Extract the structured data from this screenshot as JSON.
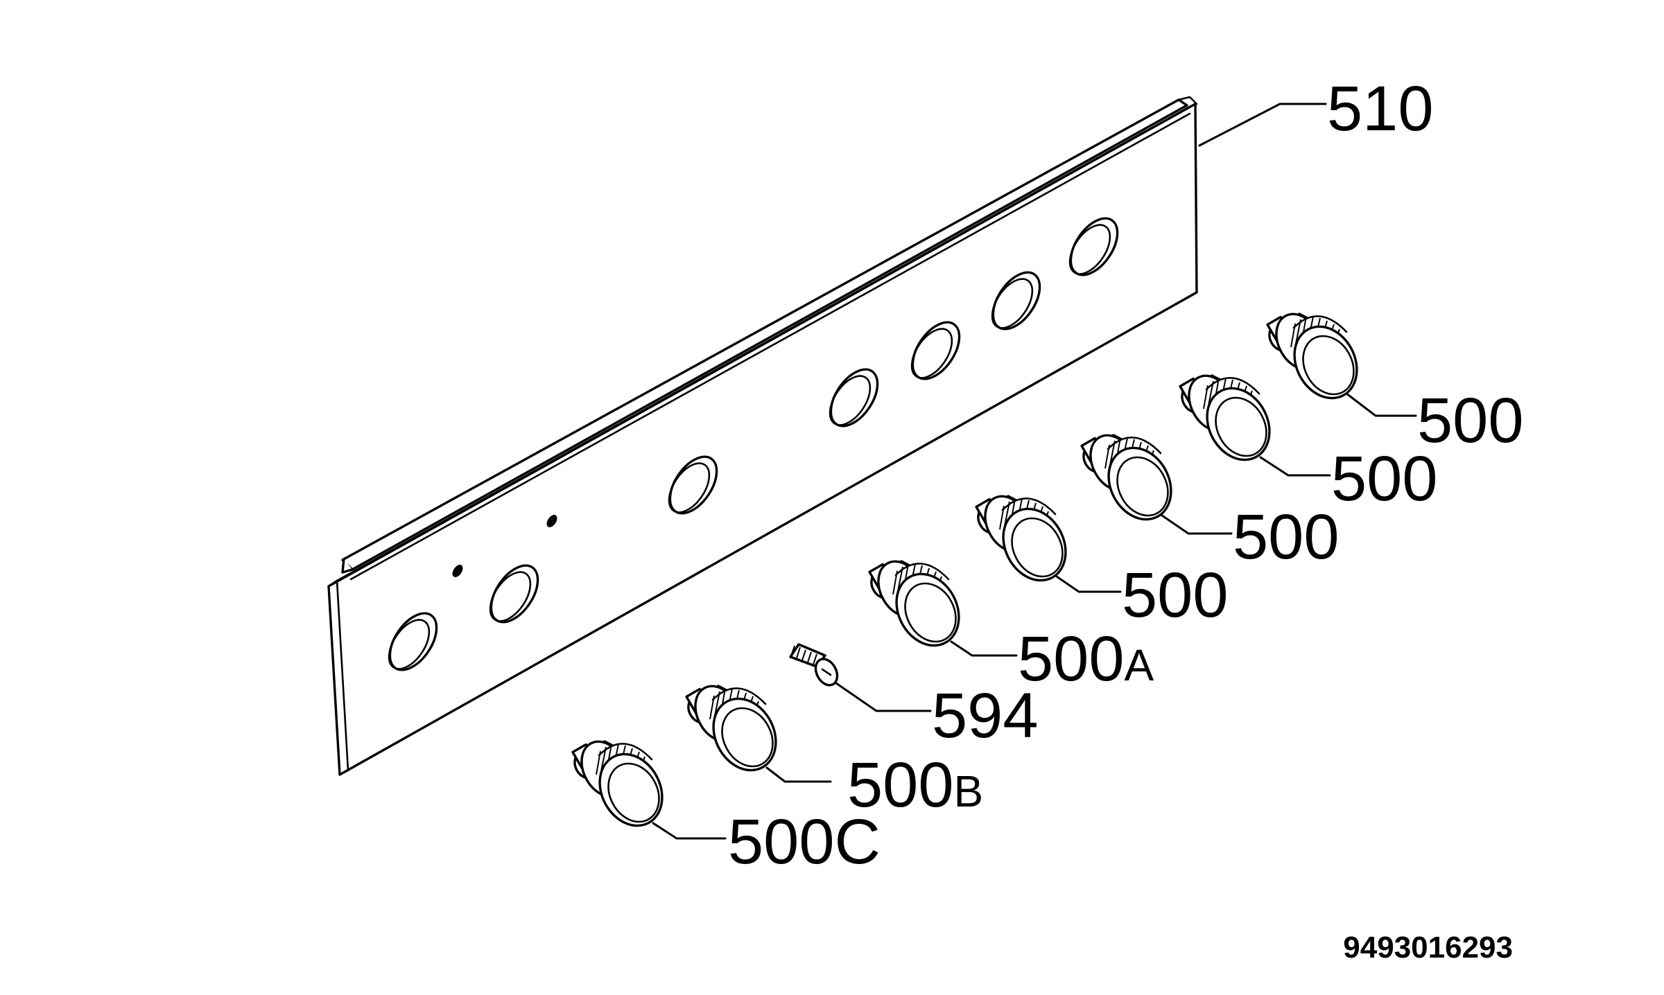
{
  "parts": {
    "panel": {
      "number": "510"
    },
    "knob_500_1": {
      "number": "500"
    },
    "knob_500_2": {
      "number": "500"
    },
    "knob_500_3": {
      "number": "500"
    },
    "knob_500_4": {
      "number": "500"
    },
    "knob_500a": {
      "number": "500",
      "suffix": "A"
    },
    "screw_594": {
      "number": "594"
    },
    "knob_500b": {
      "number": "500",
      "suffix": "B"
    },
    "knob_500c": {
      "number": "500C"
    }
  },
  "document_code": "9493016293"
}
